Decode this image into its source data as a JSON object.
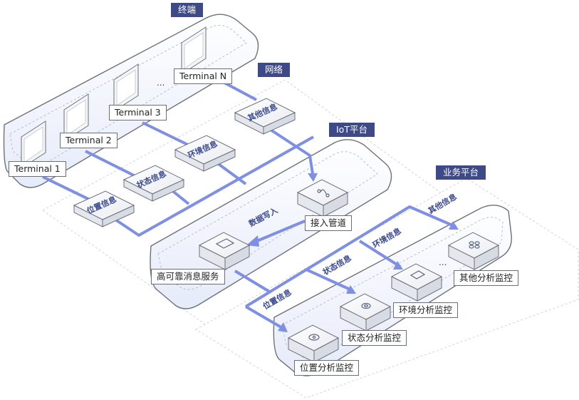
{
  "sections": {
    "terminal": "终端",
    "network": "网络",
    "iot": "IoT平台",
    "business": "业务平台"
  },
  "terminals": [
    "Terminal 1",
    "Terminal 2",
    "Terminal 3",
    "Terminal N"
  ],
  "ellipsis": "...",
  "network_boxes": [
    "位置信息",
    "状态信息",
    "环境信息",
    "其他信息"
  ],
  "iot_services": {
    "access": "接入管道",
    "messaging": "高可靠消息服务",
    "write_flow": "数据写入"
  },
  "business_flows": [
    "位置信息",
    "状态信息",
    "环境信息",
    "其他信息"
  ],
  "monitors": [
    "位置分析监控",
    "状态分析监控",
    "环境分析监控",
    "其他分析监控"
  ],
  "colors": {
    "flow": "#7f8fe3",
    "label_fill": "#3b4a8c",
    "section_tag": "#3e4a86"
  }
}
